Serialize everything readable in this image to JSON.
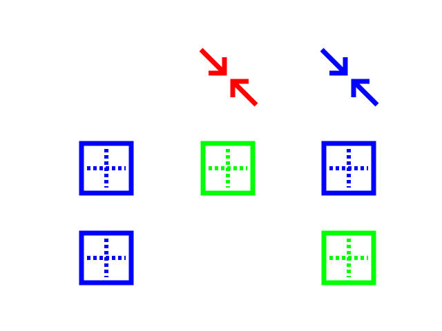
{
  "colors": {
    "background": "#ffffff",
    "red": "#ff0000",
    "blue": "#0000ff",
    "green": "#00ff00"
  },
  "grid": [
    {
      "row": 1,
      "col": 1,
      "icon": null
    },
    {
      "row": 1,
      "col": 2,
      "icon": "collapse-arrows-icon",
      "color": "red"
    },
    {
      "row": 1,
      "col": 3,
      "icon": "collapse-arrows-icon",
      "color": "blue"
    },
    {
      "row": 2,
      "col": 1,
      "icon": "dotted-crosshair-box-icon",
      "color": "blue"
    },
    {
      "row": 2,
      "col": 2,
      "icon": "dotted-crosshair-box-icon",
      "color": "green"
    },
    {
      "row": 2,
      "col": 3,
      "icon": "dotted-crosshair-box-icon",
      "color": "blue"
    },
    {
      "row": 3,
      "col": 1,
      "icon": "dotted-crosshair-box-icon",
      "color": "blue"
    },
    {
      "row": 3,
      "col": 2,
      "icon": null
    },
    {
      "row": 3,
      "col": 3,
      "icon": "dotted-crosshair-box-icon",
      "color": "green"
    }
  ]
}
